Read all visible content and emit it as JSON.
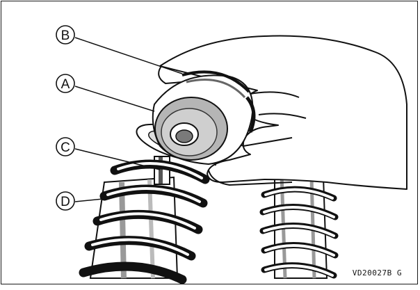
{
  "callouts": [
    {
      "id": "B",
      "label": "B"
    },
    {
      "id": "A",
      "label": "A"
    },
    {
      "id": "C",
      "label": "C"
    },
    {
      "id": "D",
      "label": "D"
    }
  ],
  "figure_code": "VD20027B  G",
  "colors": {
    "line": "#111111",
    "fill": "#ffffff",
    "shade": "#8a8a8a",
    "dark": "#2a2a2a"
  }
}
